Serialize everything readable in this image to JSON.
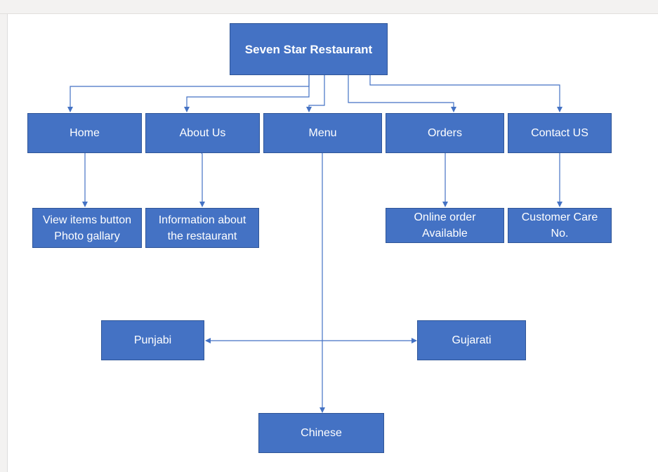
{
  "colors": {
    "node_fill": "#4472c4",
    "node_border": "#2f5597",
    "connector": "#4472c4",
    "text": "#ffffff"
  },
  "nodes": {
    "root": "Seven Star Restaurant",
    "home": "Home",
    "about": "About Us",
    "menu": "Menu",
    "orders": "Orders",
    "contact": "Contact US",
    "home_child": "View items button\nPhoto gallary",
    "about_child": "Information about\nthe restaurant",
    "orders_child": "Online order\nAvailable",
    "contact_child": "Customer Care\nNo.",
    "punjabi": "Punjabi",
    "gujarati": "Gujarati",
    "chinese": "Chinese"
  }
}
